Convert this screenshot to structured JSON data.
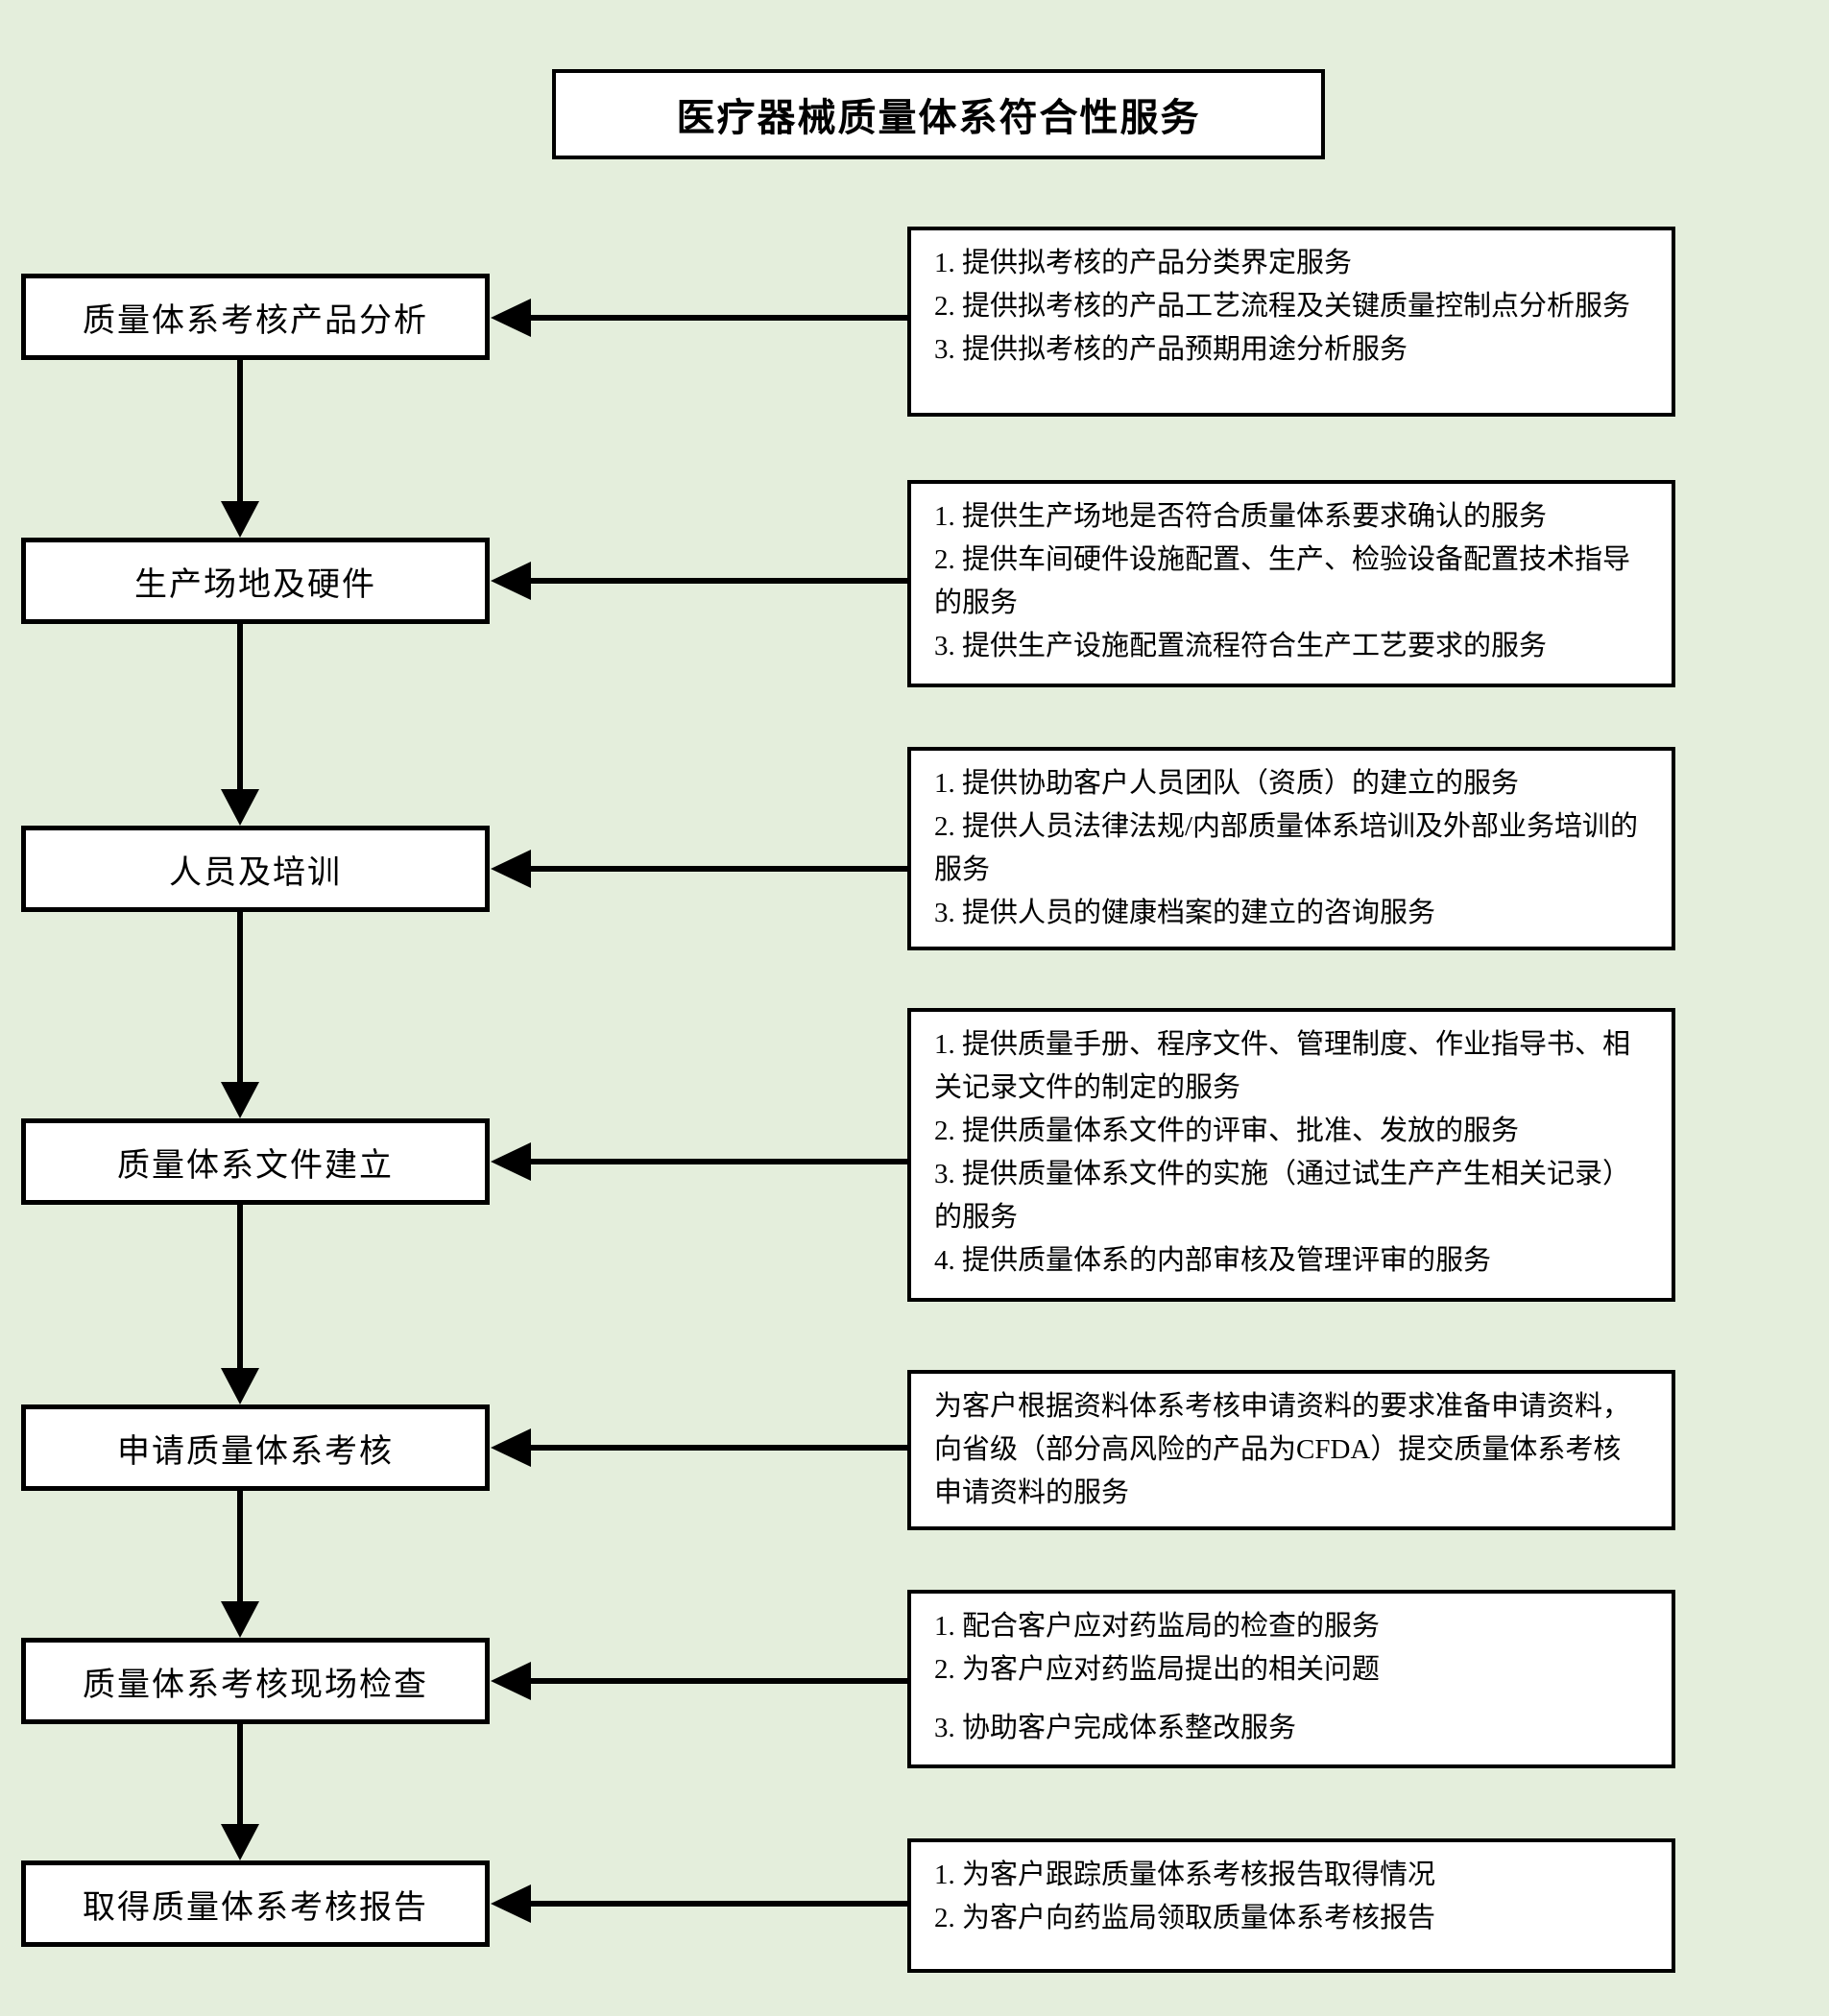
{
  "title": "医疗器械质量体系符合性服务",
  "colors": {
    "background": "#e4eedc",
    "box_fill": "#ffffff",
    "stroke": "#000000"
  },
  "flow": {
    "steps": [
      {
        "label": "质量体系考核产品分析",
        "details": [
          "1. 提供拟考核的产品分类界定服务",
          "2. 提供拟考核的产品工艺流程及关键质量控制点分析服务",
          "3. 提供拟考核的产品预期用途分析服务"
        ]
      },
      {
        "label": "生产场地及硬件",
        "details": [
          "1. 提供生产场地是否符合质量体系要求确认的服务",
          "2. 提供车间硬件设施配置、生产、检验设备配置技术指导的服务",
          "3. 提供生产设施配置流程符合生产工艺要求的服务"
        ]
      },
      {
        "label": "人员及培训",
        "details": [
          "1. 提供协助客户人员团队（资质）的建立的服务",
          "2. 提供人员法律法规/内部质量体系培训及外部业务培训的服务",
          "3. 提供人员的健康档案的建立的咨询服务"
        ]
      },
      {
        "label": "质量体系文件建立",
        "details": [
          "1. 提供质量手册、程序文件、管理制度、作业指导书、相关记录文件的制定的服务",
          "2. 提供质量体系文件的评审、批准、发放的服务",
          "3. 提供质量体系文件的实施（通过试生产产生相关记录）的服务",
          "4. 提供质量体系的内部审核及管理评审的服务"
        ]
      },
      {
        "label": "申请质量体系考核",
        "details": [
          "为客户根据资料体系考核申请资料的要求准备申请资料，向省级（部分高风险的产品为CFDA）提交质量体系考核申请资料的服务"
        ]
      },
      {
        "label": "质量体系考核现场检查",
        "details": [
          "1. 配合客户应对药监局的检查的服务",
          "2. 为客户应对药监局提出的相关问题",
          "3. 协助客户完成体系整改服务"
        ]
      },
      {
        "label": "取得质量体系考核报告",
        "details": [
          "1. 为客户跟踪质量体系考核报告取得情况",
          "2. 为客户向药监局领取质量体系考核报告"
        ]
      }
    ]
  }
}
